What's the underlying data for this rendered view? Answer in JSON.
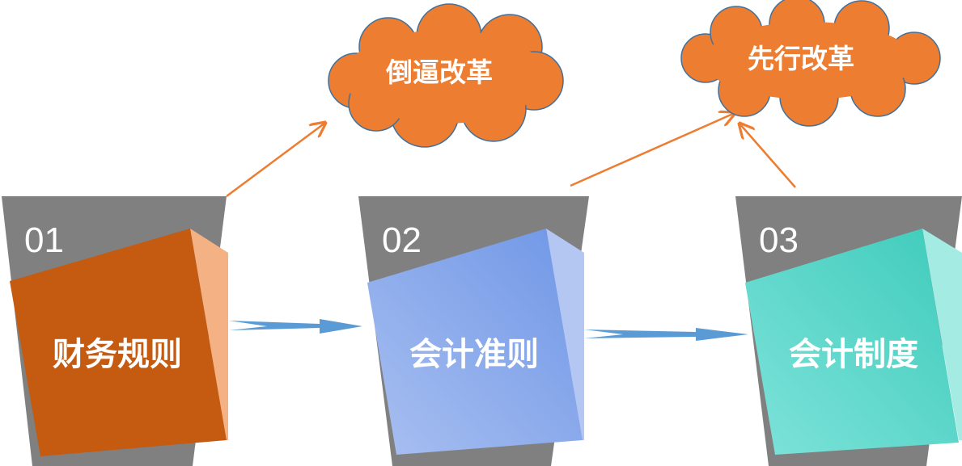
{
  "steps": [
    {
      "number": "01",
      "label": "财务规则"
    },
    {
      "number": "02",
      "label": "会计准则"
    },
    {
      "number": "03",
      "label": "会计制度"
    }
  ],
  "clouds": [
    {
      "label": "倒逼改革"
    },
    {
      "label": "先行改革"
    }
  ],
  "colors": {
    "funnel": "#808080",
    "step1_front": "#c55a11",
    "step1_side": "#f4b183",
    "step2_front": "#8eaaea",
    "step2_side": "#b4c7f2",
    "step3_front": "#5fd9cc",
    "step3_side": "#a4ece3",
    "cloud": "#ed7d31",
    "cloud_stroke": "#41719c",
    "flow_arrow": "#5b9bd5",
    "orange_arrow": "#ed7d31"
  }
}
